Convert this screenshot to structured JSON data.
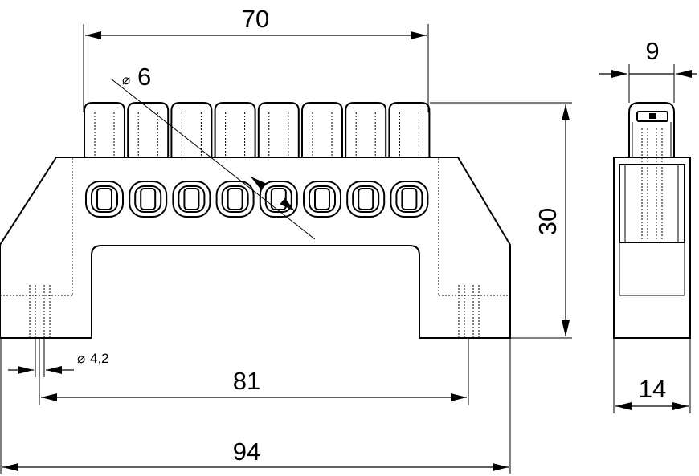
{
  "dimensions": {
    "length_top": "70",
    "hole_diameter": "6",
    "diameter_symbol": "⌀",
    "height": "30",
    "side_width_top": "9",
    "mount_hole_diameter": "4,2",
    "mount_spacing": "81",
    "overall_length": "94",
    "side_width_bottom": "14"
  },
  "terminal_count": 8
}
